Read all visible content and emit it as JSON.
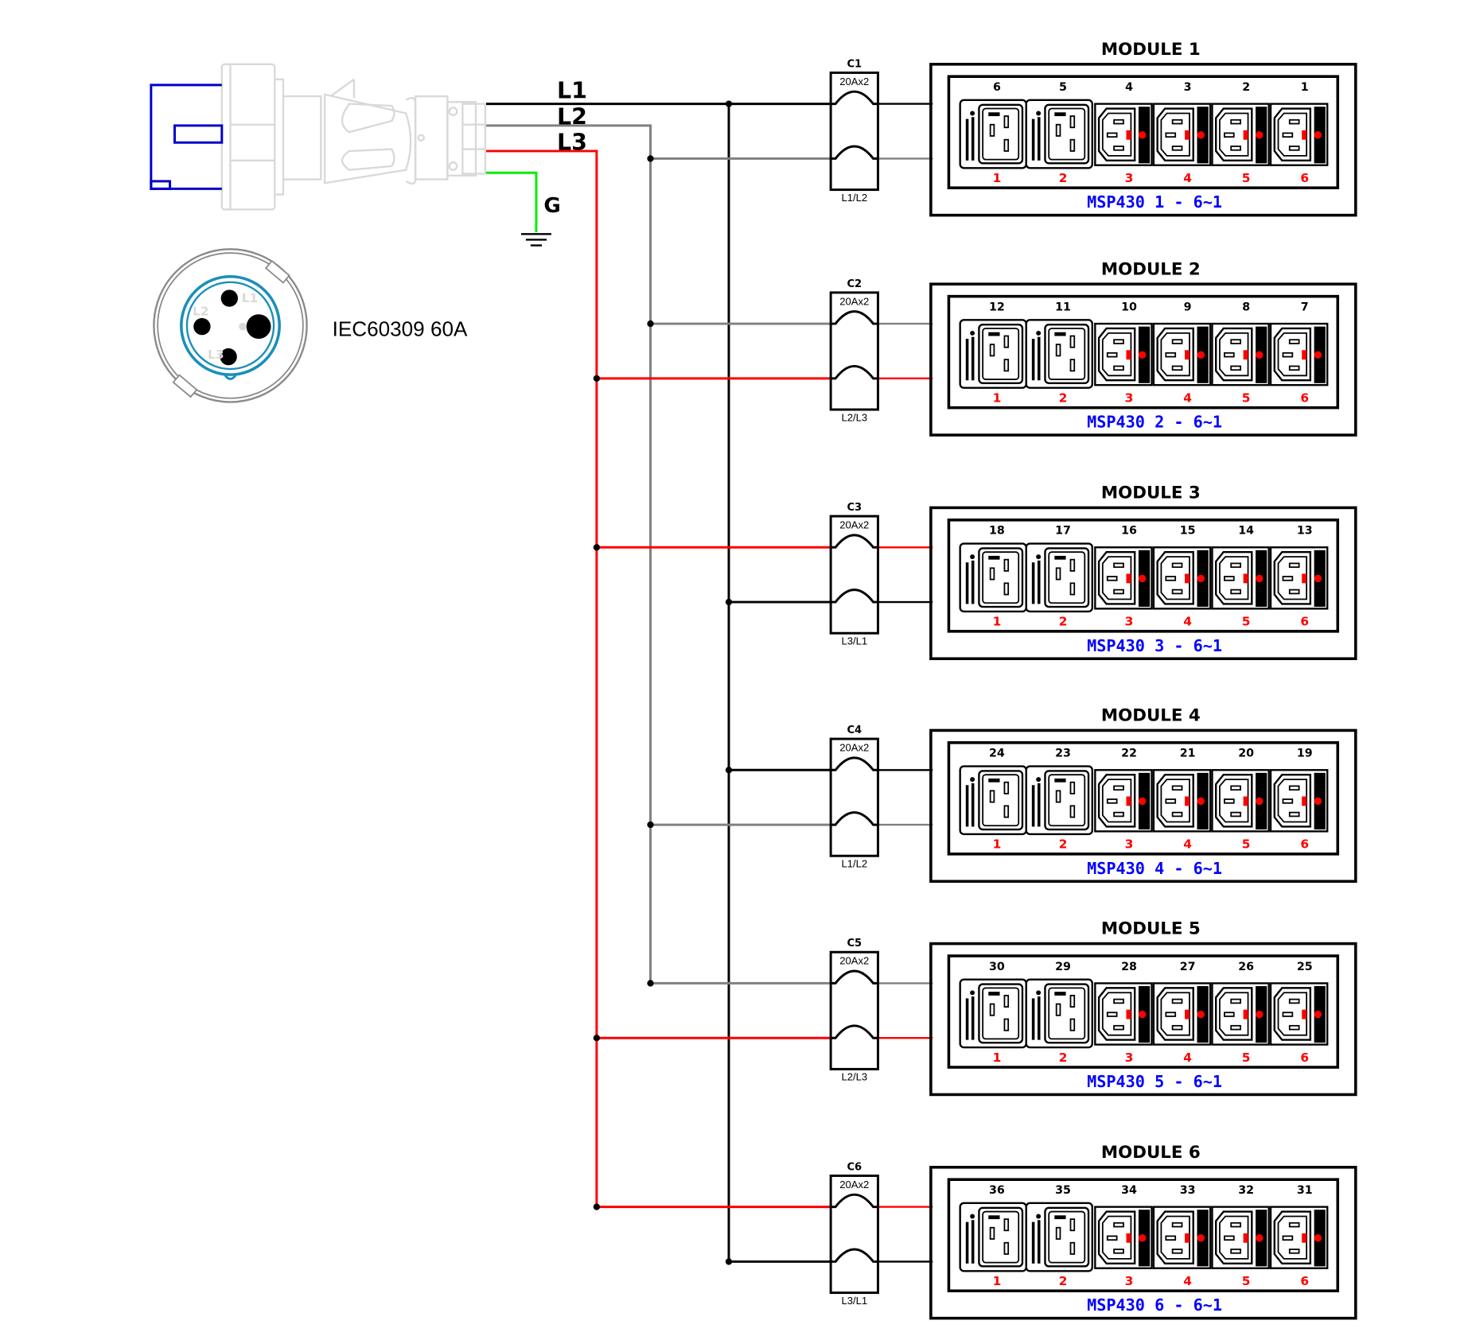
{
  "colors": {
    "L1": "#000000",
    "L2": "#808080",
    "L3": "#ff0000",
    "ground": "#00ee00",
    "plug_body": "#d9d9d9",
    "plug_pins": "#0000cc",
    "socket_ring": "#1a8fb8",
    "module_label": "#0000ff",
    "outlet_index": "#ff0000"
  },
  "plug": {
    "title": "IEC60309 60A",
    "face_labels": [
      "L1",
      "L2",
      "L3"
    ]
  },
  "bus_labels": {
    "L1": "L1",
    "L2": "L2",
    "L3": "L3",
    "G": "G"
  },
  "breakers": [
    {
      "name": "C1",
      "rating": "20Ax2",
      "phases": "L1/L2",
      "top": "L1",
      "bottom": "L2"
    },
    {
      "name": "C2",
      "rating": "20Ax2",
      "phases": "L2/L3",
      "top": "L2",
      "bottom": "L3"
    },
    {
      "name": "C3",
      "rating": "20Ax2",
      "phases": "L3/L1",
      "top": "L3",
      "bottom": "L1"
    },
    {
      "name": "C4",
      "rating": "20Ax2",
      "phases": "L1/L2",
      "top": "L1",
      "bottom": "L2"
    },
    {
      "name": "C5",
      "rating": "20Ax2",
      "phases": "L2/L3",
      "top": "L2",
      "bottom": "L3"
    },
    {
      "name": "C6",
      "rating": "20Ax2",
      "phases": "L3/L1",
      "top": "L3",
      "bottom": "L1"
    }
  ],
  "modules": [
    {
      "title": "MODULE 1",
      "label": "MSP430 1 - 6~1",
      "outlet_numbers": [
        "6",
        "5",
        "4",
        "3",
        "2",
        "1"
      ],
      "outlet_index": [
        "1",
        "2",
        "3",
        "4",
        "5",
        "6"
      ]
    },
    {
      "title": "MODULE 2",
      "label": "MSP430 2 - 6~1",
      "outlet_numbers": [
        "12",
        "11",
        "10",
        "9",
        "8",
        "7"
      ],
      "outlet_index": [
        "1",
        "2",
        "3",
        "4",
        "5",
        "6"
      ]
    },
    {
      "title": "MODULE 3",
      "label": "MSP430 3 - 6~1",
      "outlet_numbers": [
        "18",
        "17",
        "16",
        "15",
        "14",
        "13"
      ],
      "outlet_index": [
        "1",
        "2",
        "3",
        "4",
        "5",
        "6"
      ]
    },
    {
      "title": "MODULE 4",
      "label": "MSP430 4 - 6~1",
      "outlet_numbers": [
        "24",
        "23",
        "22",
        "21",
        "20",
        "19"
      ],
      "outlet_index": [
        "1",
        "2",
        "3",
        "4",
        "5",
        "6"
      ]
    },
    {
      "title": "MODULE 5",
      "label": "MSP430 5 - 6~1",
      "outlet_numbers": [
        "30",
        "29",
        "28",
        "27",
        "26",
        "25"
      ],
      "outlet_index": [
        "1",
        "2",
        "3",
        "4",
        "5",
        "6"
      ]
    },
    {
      "title": "MODULE 6",
      "label": "MSP430 6 - 6~1",
      "outlet_numbers": [
        "36",
        "35",
        "34",
        "33",
        "32",
        "31"
      ],
      "outlet_index": [
        "1",
        "2",
        "3",
        "4",
        "5",
        "6"
      ]
    }
  ],
  "outlet_types": [
    "C19",
    "C19",
    "C13",
    "C13",
    "C13",
    "C13"
  ]
}
